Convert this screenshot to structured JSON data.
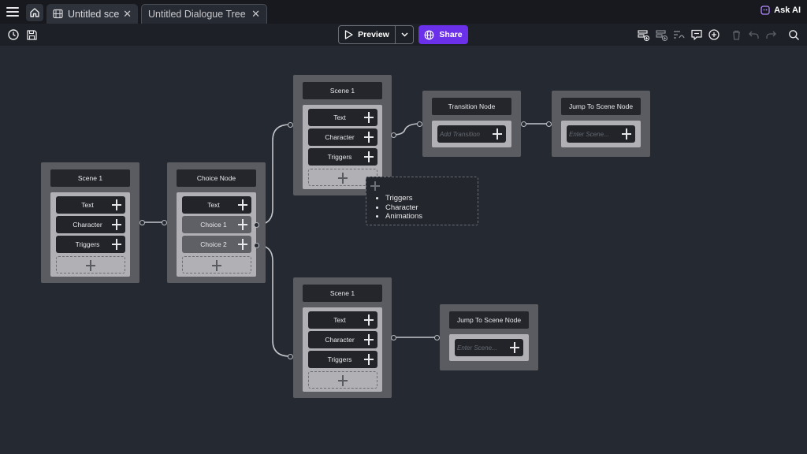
{
  "tabs": {
    "scene_tab": "Untitled scene",
    "dialogue_tab": "Untitled Dialogue Tree",
    "close_glyph": "✕"
  },
  "ask_ai": "Ask AI",
  "toolbar": {
    "preview_label": "Preview",
    "share_label": "Share",
    "accent_color": "#6a30ea"
  },
  "nodes": {
    "scene_left": {
      "title": "Scene 1",
      "rows": [
        "Text",
        "Character",
        "Triggers"
      ]
    },
    "choice": {
      "title": "Choice Node",
      "rows": [
        "Text",
        "Choice 1",
        "Choice 2"
      ]
    },
    "scene_top": {
      "title": "Scene 1",
      "rows": [
        "Text",
        "Character",
        "Triggers"
      ]
    },
    "transition": {
      "title": "Transition Node",
      "placeholder": "Add Transition"
    },
    "jump_top": {
      "title": "Jump To Scene Node",
      "placeholder": "Enter Scene..."
    },
    "scene_bottom": {
      "title": "Scene 1",
      "rows": [
        "Text",
        "Character",
        "Triggers"
      ]
    },
    "jump_bottom": {
      "title": "Jump To Scene Node",
      "placeholder": "Enter Scene..."
    }
  },
  "popup": {
    "items": [
      "Triggers",
      "Character",
      "Animations"
    ]
  }
}
